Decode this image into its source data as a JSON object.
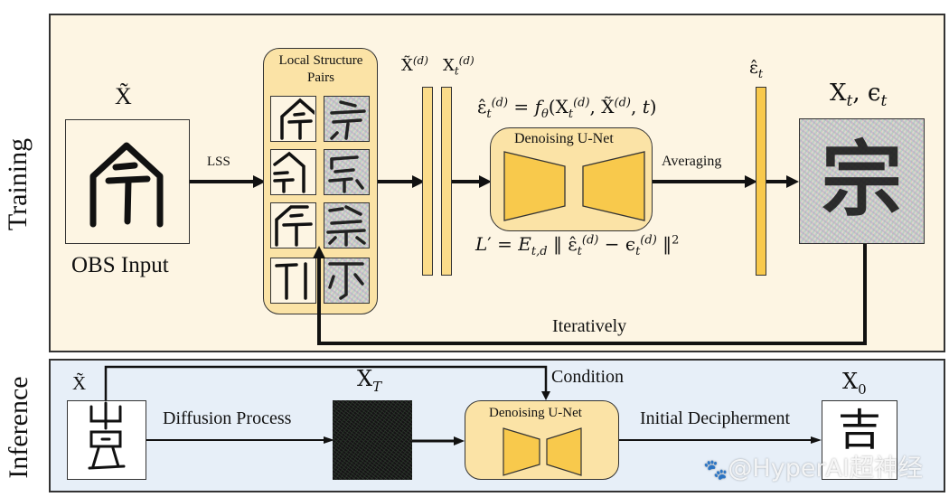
{
  "training": {
    "side_label": "Training",
    "input_symbol": "X̃",
    "input_caption": "OBS Input",
    "lss_label": "LSS",
    "local_structure_title": "Local Structure Pairs",
    "pairs_count": 4,
    "bar_label_xd": "X̃(d)",
    "bar_label_xtd": "Xt(d)",
    "formula_top": "ε̂t(d) = fθ(Xt(d), X̃(d), t)",
    "unet_label": "Denoising U-Net",
    "formula_bottom": "L′ = Et,d ‖ ε̂t(d) − εt(d) ‖²",
    "averaging_label": "Averaging",
    "eps_hat_label": "ε̂t",
    "output_label": "Xt, εt",
    "output_glyph": "宗",
    "loop_label": "Iteratively"
  },
  "inference": {
    "side_label": "Inference",
    "input_symbol": "X̃",
    "diffusion_label": "Diffusion Process",
    "xT_label": "XT",
    "condition_label": "Condition",
    "unet_label": "Denoising U-Net",
    "decipher_label": "Initial Decipherment",
    "x0_label": "X0",
    "output_glyph": "吉"
  },
  "watermark": "@HyperAI超神经",
  "colors": {
    "training_bg": "#fdf5e3",
    "inference_bg": "#e7eff8",
    "box_yellow": "#fbe3a6",
    "unet_trapezoid": "#f8c94c"
  }
}
